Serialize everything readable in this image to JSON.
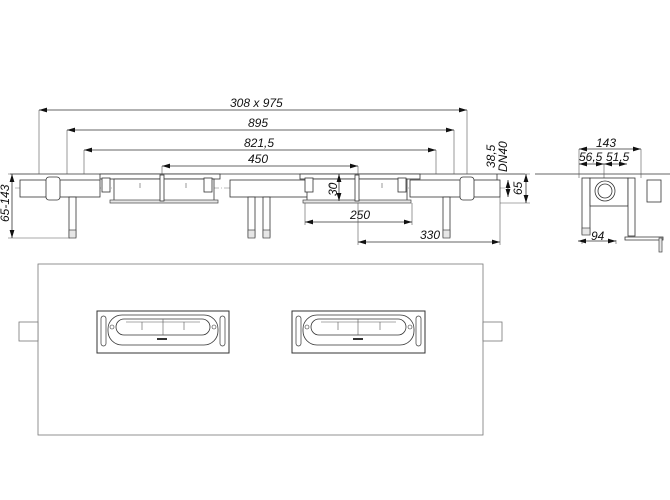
{
  "drawing": {
    "type": "technical drawing - linear shower drain, double grate",
    "views": [
      "front-elevation",
      "side-section",
      "plan-view"
    ],
    "line_color": "#333333",
    "background": "#ffffff"
  },
  "elevation": {
    "dimensions": {
      "overall": "308 x 975",
      "d895": "895",
      "d821": "821,5",
      "d450": "450",
      "d30": "30",
      "d250": "250",
      "d330": "330",
      "height_range": "65-143",
      "d38": "38,5",
      "pipe": "DN40",
      "d65": "65"
    }
  },
  "side_view": {
    "dimensions": {
      "width": "143",
      "left": "56,5",
      "right": "51,5",
      "depth": "94"
    }
  },
  "plan": {
    "grates": [
      {
        "label": "grate-left"
      },
      {
        "label": "grate-right"
      }
    ]
  }
}
